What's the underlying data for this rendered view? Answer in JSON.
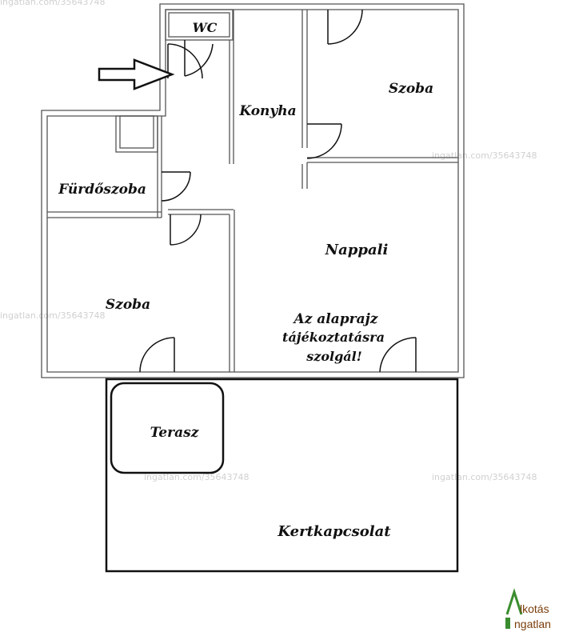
{
  "rooms": {
    "wc": "WC",
    "kitchen": "Konyha",
    "room_top_right": "Szoba",
    "bathroom": "Fürdőszoba",
    "living": "Nappali",
    "room_left": "Szoba",
    "terrace": "Terasz",
    "garden": "Kertkapcsolat"
  },
  "disclaimer": {
    "line1": "Az alaprajz",
    "line2": "tájékoztatásra",
    "line3": "szolgál!"
  },
  "watermark": {
    "text": "ingatlan.com/35643748"
  },
  "logo": {
    "line1": "lkotás",
    "line2": "ngatlan",
    "accent_color": "#3a8d2f",
    "text_color": "#7a3d0a"
  },
  "colors": {
    "wall": "#666666",
    "wall_fill": "#ffffff",
    "line": "#111111"
  }
}
